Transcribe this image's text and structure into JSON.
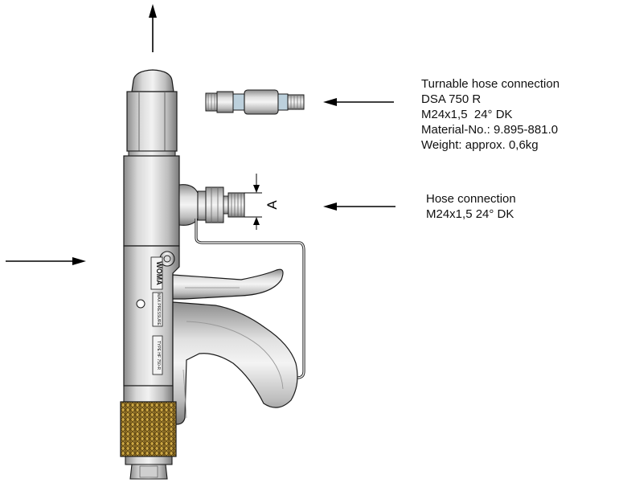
{
  "callouts": {
    "turnable": {
      "line1": "Turnable hose connection",
      "line2": "DSA 750 R",
      "line3": "M24x1,5  24° DK",
      "line4": "Material-No.: 9.895-881.0",
      "line5": "Weight: approx. 0,6kg"
    },
    "hose": {
      "line1": "Hose connection",
      "line2": "M24x1,5 24° DK"
    },
    "dimension": "A"
  },
  "gun_markings": {
    "brand": "WOMA",
    "type_plate": "TYPE HF 750-R",
    "warning_text": "MAX PRESSURE"
  },
  "colors": {
    "metal_light": "#e6e6e6",
    "metal_mid": "#bdbdbd",
    "metal_dark": "#7a7a7a",
    "knurl_gold": "#b08a2a",
    "outline": "#1a1a1a"
  }
}
